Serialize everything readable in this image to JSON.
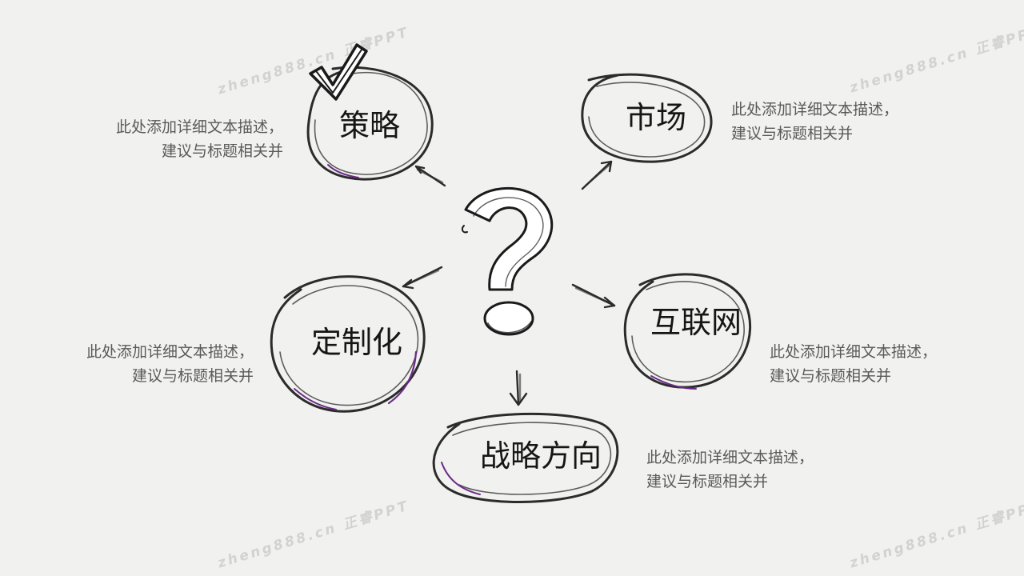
{
  "center": {
    "icon": "question-mark-icon"
  },
  "accent_color": "#6b2b86",
  "nodes": [
    {
      "id": "strategy",
      "label": "策略",
      "desc_line1": "此处添加详细文本描述，",
      "desc_line2": "建议与标题相关并"
    },
    {
      "id": "market",
      "label": "市场",
      "desc_line1": "此处添加详细文本描述，",
      "desc_line2": "建议与标题相关并"
    },
    {
      "id": "custom",
      "label": "定制化",
      "desc_line1": "此处添加详细文本描述，",
      "desc_line2": "建议与标题相关并"
    },
    {
      "id": "internet",
      "label": "互联网",
      "desc_line1": "此处添加详细文本描述，",
      "desc_line2": "建议与标题相关并"
    },
    {
      "id": "direction",
      "label": "战略方向",
      "desc_line1": "此处添加详细文本描述，",
      "desc_line2": "建议与标题相关并"
    }
  ],
  "watermarks": [
    "zheng888.cn 正睿PPT",
    "zheng888.cn 正睿PPT",
    "zheng888.cn 正睿PPT",
    "zheng888.cn 正睿PPT"
  ]
}
